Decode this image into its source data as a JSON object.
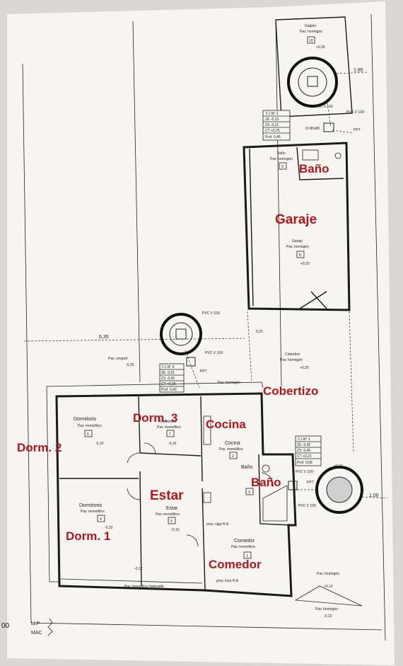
{
  "plan": {
    "dimensions": {
      "right_top": "1.85",
      "left_mid": "6.35",
      "right_bottom": "1.00",
      "left_edge": "00",
      "cobertizo_mark": "0,25"
    },
    "legend": {
      "llp": "LLP",
      "mac": "MAC"
    },
    "overlay_labels": {
      "bano_top": "Baño",
      "garaje": "Garaje",
      "cobertizo": "Cobertizo",
      "dorm3": "Dorm. 3",
      "cocina": "Cocina",
      "dorm2": "Dorm. 2",
      "estar": "Estar",
      "bano_bottom": "Baño",
      "dorm1": "Dorm. 1",
      "comedor": "Comedor"
    },
    "rooms": {
      "galpon": {
        "name": "Galpón",
        "floor": "Pav. hormigón",
        "number": "10",
        "level": "+0,25"
      },
      "bano_top": {
        "name": "Baño",
        "floor": "Pav. hormigón",
        "number": "9"
      },
      "garaje": {
        "name": "Garaje",
        "floor": "Pav. hormigón",
        "number": "8",
        "level": "+0,20"
      },
      "cobertizo": {
        "name": "Cobertizo",
        "floor": "Pav. hormigón",
        "level": "+0,25"
      },
      "dormitorio_6": {
        "name": "Dormitorio",
        "floor": "Pav. monolítico",
        "number": "6",
        "level": "-0,10"
      },
      "dormitorio_7": {
        "name": "Dormitorio",
        "floor": "Pav. monolítico",
        "number": "7",
        "level": "-0,10"
      },
      "dormitorio_4": {
        "name": "Dormitorio",
        "floor": "Pav. monolítico",
        "number": "4",
        "level": "-0,10"
      },
      "estar": {
        "name": "Estar",
        "floor": "Pav. monolítico",
        "number": "5",
        "level": "-0,10"
      },
      "cocina": {
        "name": "Cocina",
        "floor": "Pav. monolítico",
        "number": "2"
      },
      "bano_bottom": {
        "name": "Baño",
        "number": "3"
      },
      "comedor": {
        "name": "Comedor",
        "floor": "Pav. monolítico",
        "number": "1"
      }
    },
    "outdoor": {
      "cesped": "Pav. cesped",
      "cesped_level": "-0,25",
      "horm_top": "Pav. hormigón",
      "horm_right": "Pav. hormigón",
      "horm_right_level": "+0,10",
      "horm_bottom": "Pav. hormigón",
      "horm_bottom_level": "-0,12",
      "horm_corner_level": "+0,27",
      "front_strip": "Pav. monolítico fratasado",
      "front_level": "-0,12",
      "viga": "proy. viga H.A.",
      "losa": "proy. losa H.A."
    },
    "pvc": {
      "top1": "PVC V 100",
      "top2": "PVC V 100",
      "mid1": "PVC V 100",
      "mid2": "PVC V 100",
      "right1": "PVC V 100",
      "right2": "PVC V 100",
      "ci": "CI 80x80",
      "ppt": "PPT"
    },
    "cin_top": {
      "title": "C.I.N° 2",
      "rows": [
        "ZE  -0,13",
        "ZS  -0,21",
        "CT  +0,25",
        "Prof.  0,46"
      ]
    },
    "cin_mid": {
      "title": "C.I.N° 3",
      "rows": [
        "ZE  -0,61",
        "ZS  -0,65",
        "CT  +0,25",
        "Prof.  0,40"
      ]
    },
    "cin_right": {
      "title": "C.I.N° 1",
      "rows": [
        "ZE  -0,42",
        "ZS  -0,46",
        "CT  +0,22",
        "Prof.  0,68"
      ]
    }
  }
}
